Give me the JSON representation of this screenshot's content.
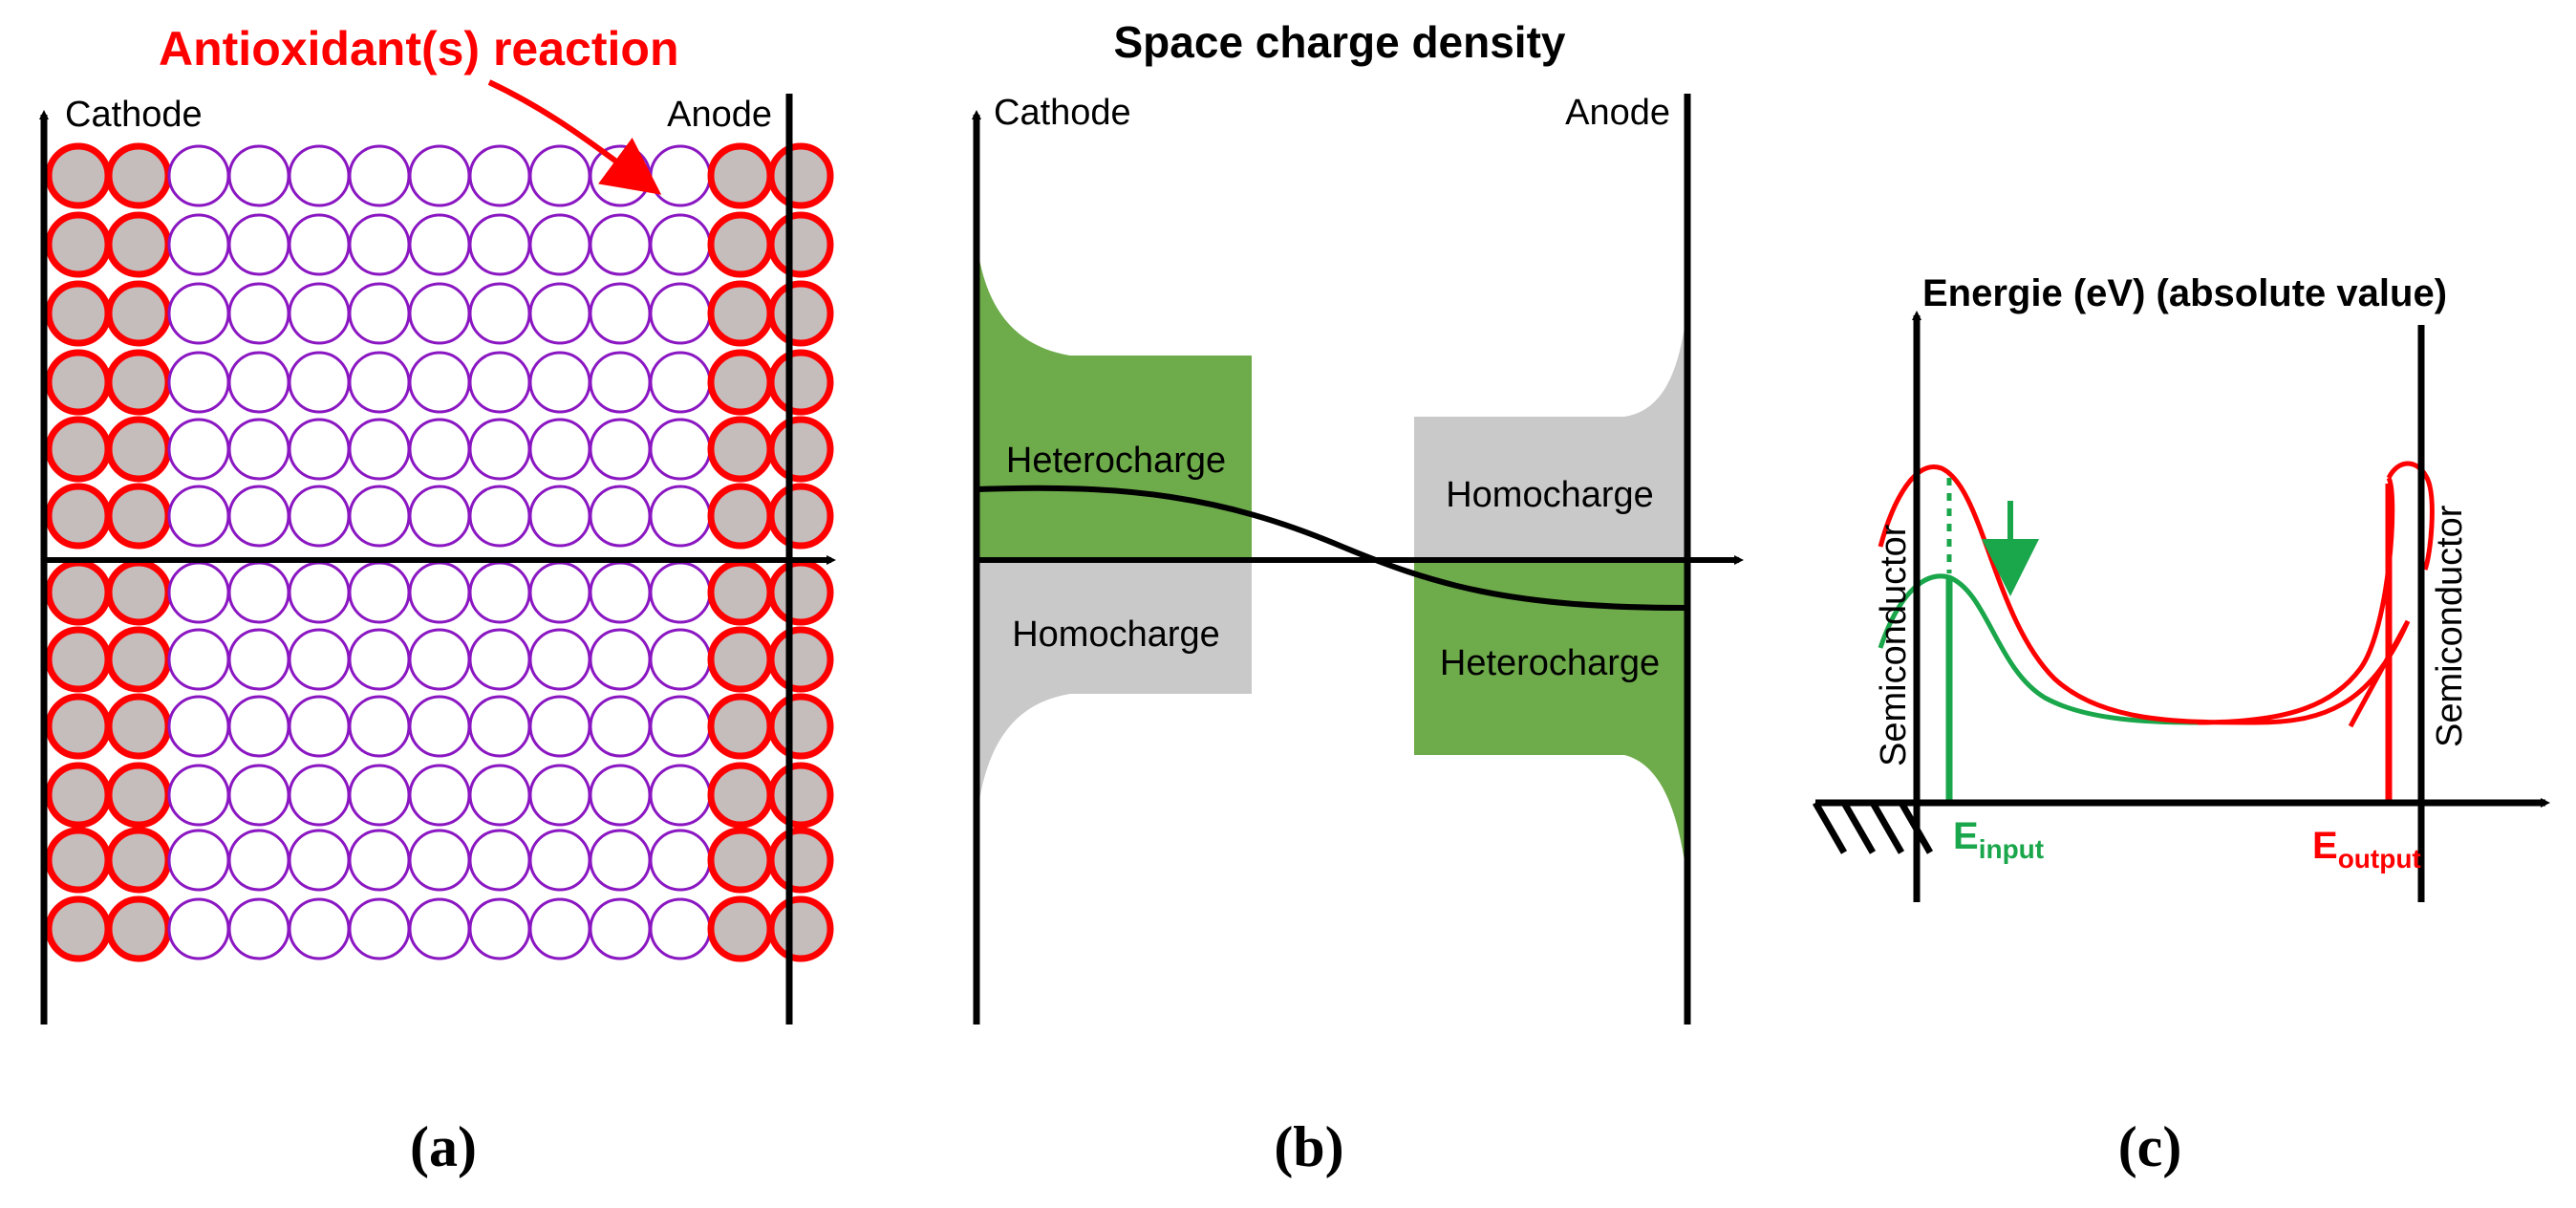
{
  "panel_a": {
    "annotation": "Antioxidant(s) reaction",
    "cathode_label": "Cathode",
    "anode_label": "Anode",
    "caption": "(a)",
    "colors": {
      "reacted_fill": "#c5bcbc",
      "reacted_stroke": "#ff0000",
      "particle_stroke": "#8a17c2",
      "annotation": "#ff0000"
    }
  },
  "panel_b": {
    "title": "Space charge density",
    "cathode_label": "Cathode",
    "anode_label": "Anode",
    "regions": {
      "cathode_top": "Heterocharge",
      "cathode_bottom": "Homocharge",
      "anode_top": "Homocharge",
      "anode_bottom": "Heterocharge"
    },
    "caption": "(b)",
    "colors": {
      "hetero": "#6eab4a",
      "homo": "#c9c9c9"
    }
  },
  "panel_c": {
    "y_axis_label": "Energie (eV) (absolute value)",
    "left_label": "Semiconductor",
    "right_label": "Semiconductor",
    "e_input": {
      "main": "E",
      "sub": "input"
    },
    "e_output": {
      "main": "E",
      "sub": "output"
    },
    "caption": "(c)",
    "colors": {
      "red": "#ff0000",
      "green": "#1aa64a"
    }
  }
}
